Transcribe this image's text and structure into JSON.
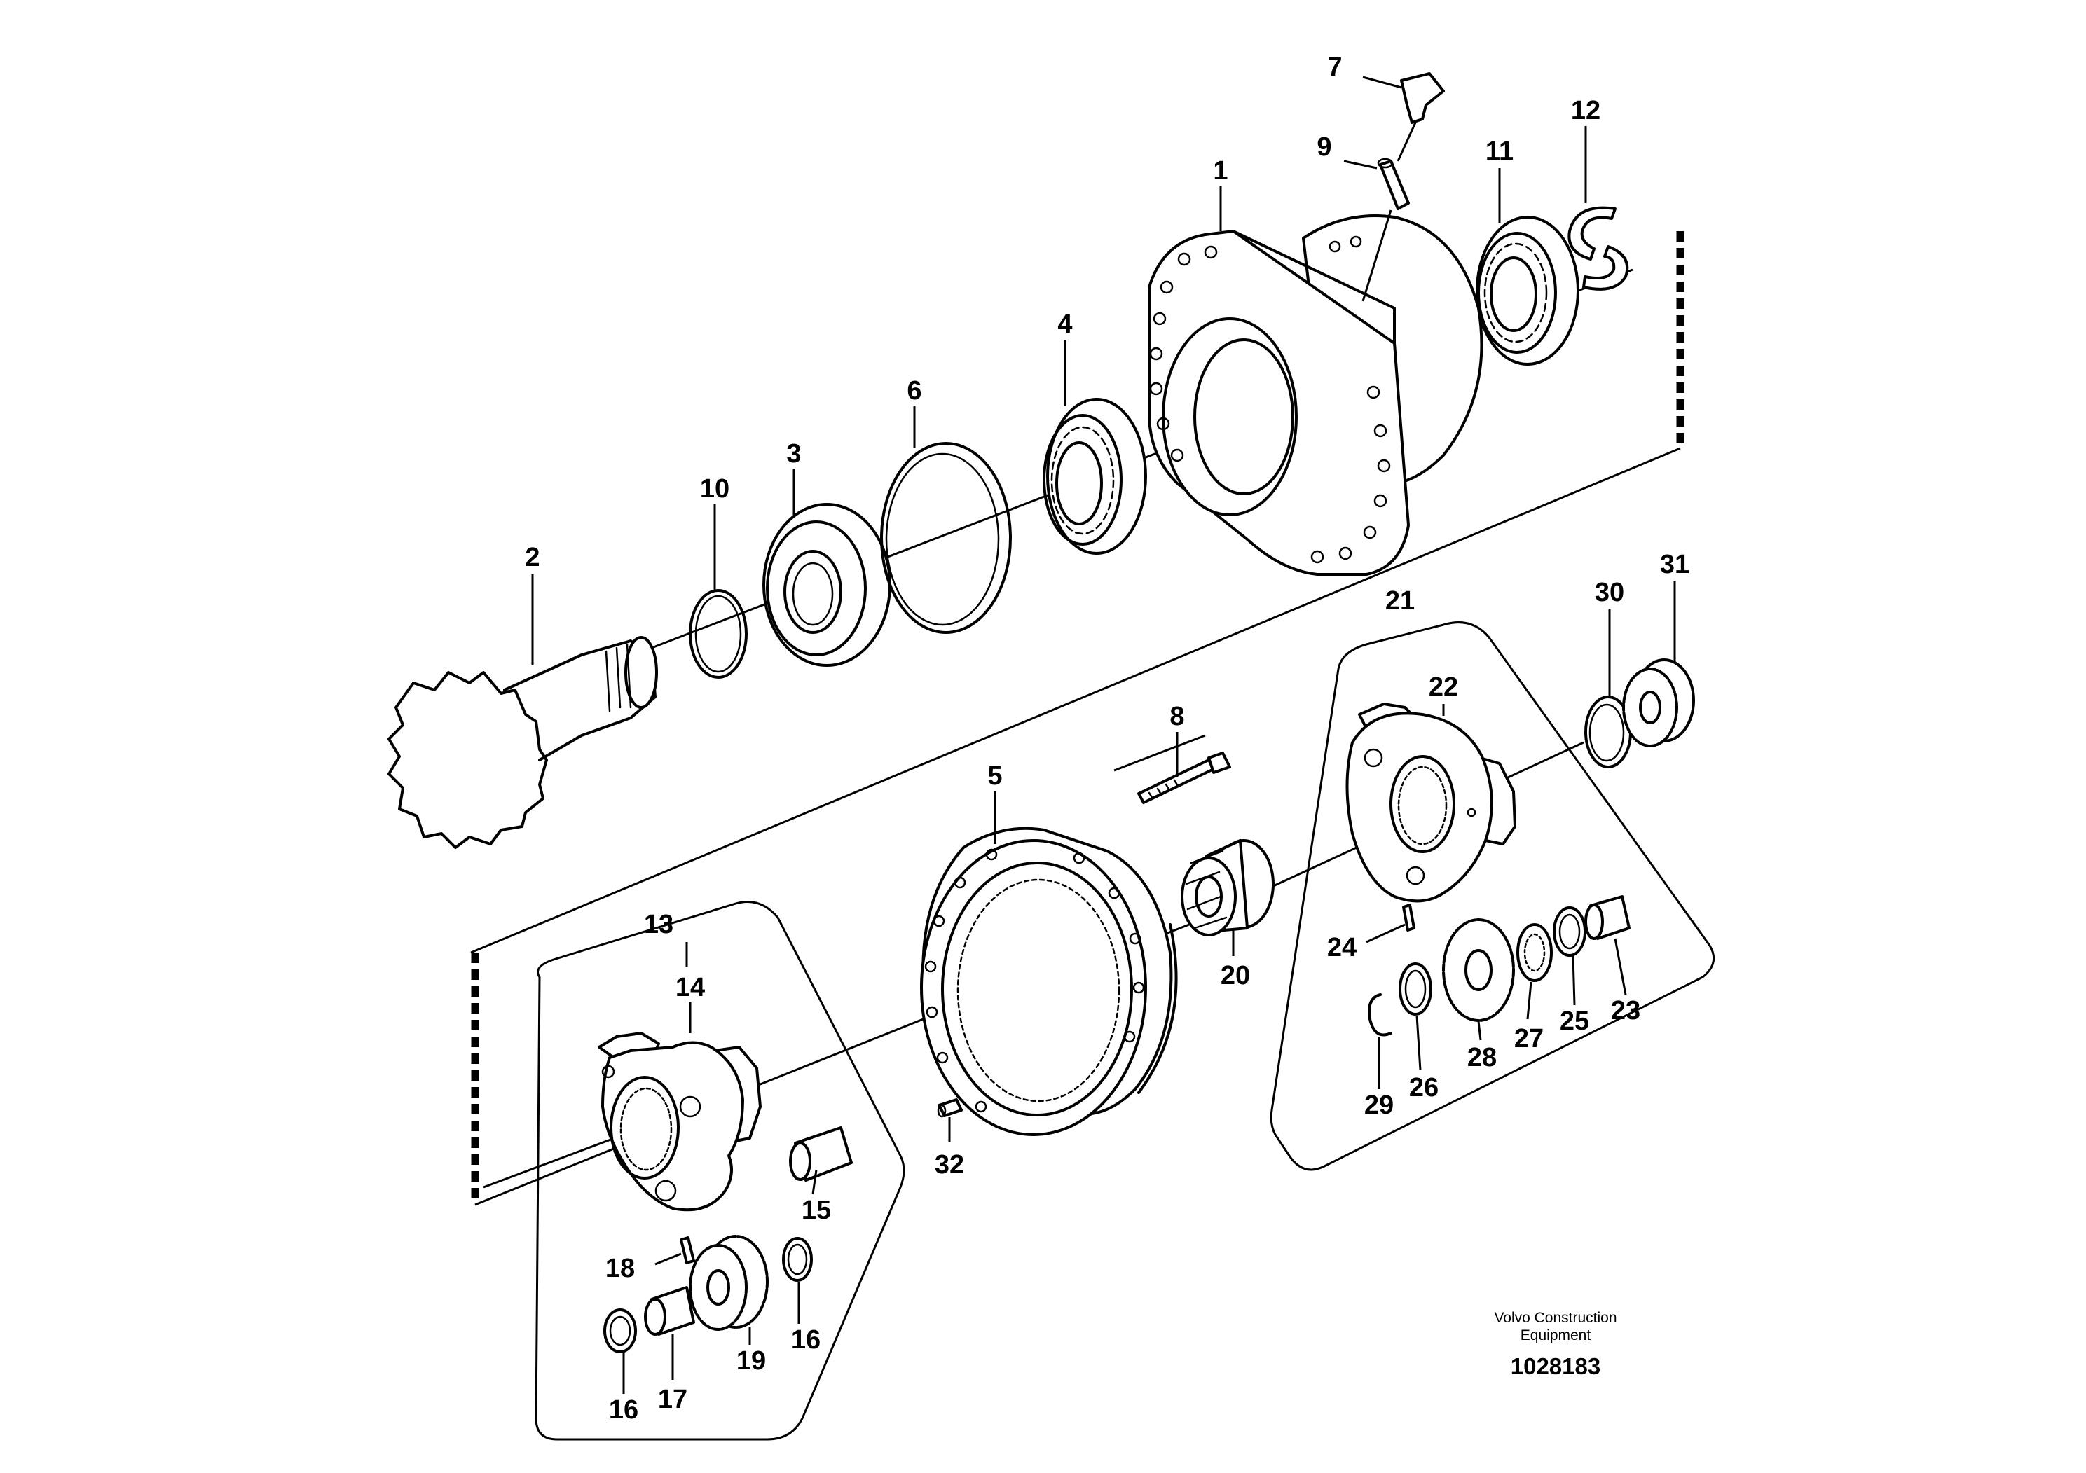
{
  "callouts": {
    "p1": "1",
    "p2": "2",
    "p3": "3",
    "p4": "4",
    "p5": "5",
    "p6": "6",
    "p7": "7",
    "p8": "8",
    "p9": "9",
    "p10": "10",
    "p11": "11",
    "p12": "12",
    "p13": "13",
    "p14": "14",
    "p15": "15",
    "p16a": "16",
    "p16b": "16",
    "p17": "17",
    "p18": "18",
    "p19": "19",
    "p20": "20",
    "p21": "21",
    "p22": "22",
    "p23": "23",
    "p24": "24",
    "p25": "25",
    "p26": "26",
    "p27": "27",
    "p28": "28",
    "p29": "29",
    "p30": "30",
    "p31": "31",
    "p32": "32"
  },
  "credit": {
    "line1": "Volvo Construction",
    "line2": "Equipment",
    "reference": "1028183"
  }
}
